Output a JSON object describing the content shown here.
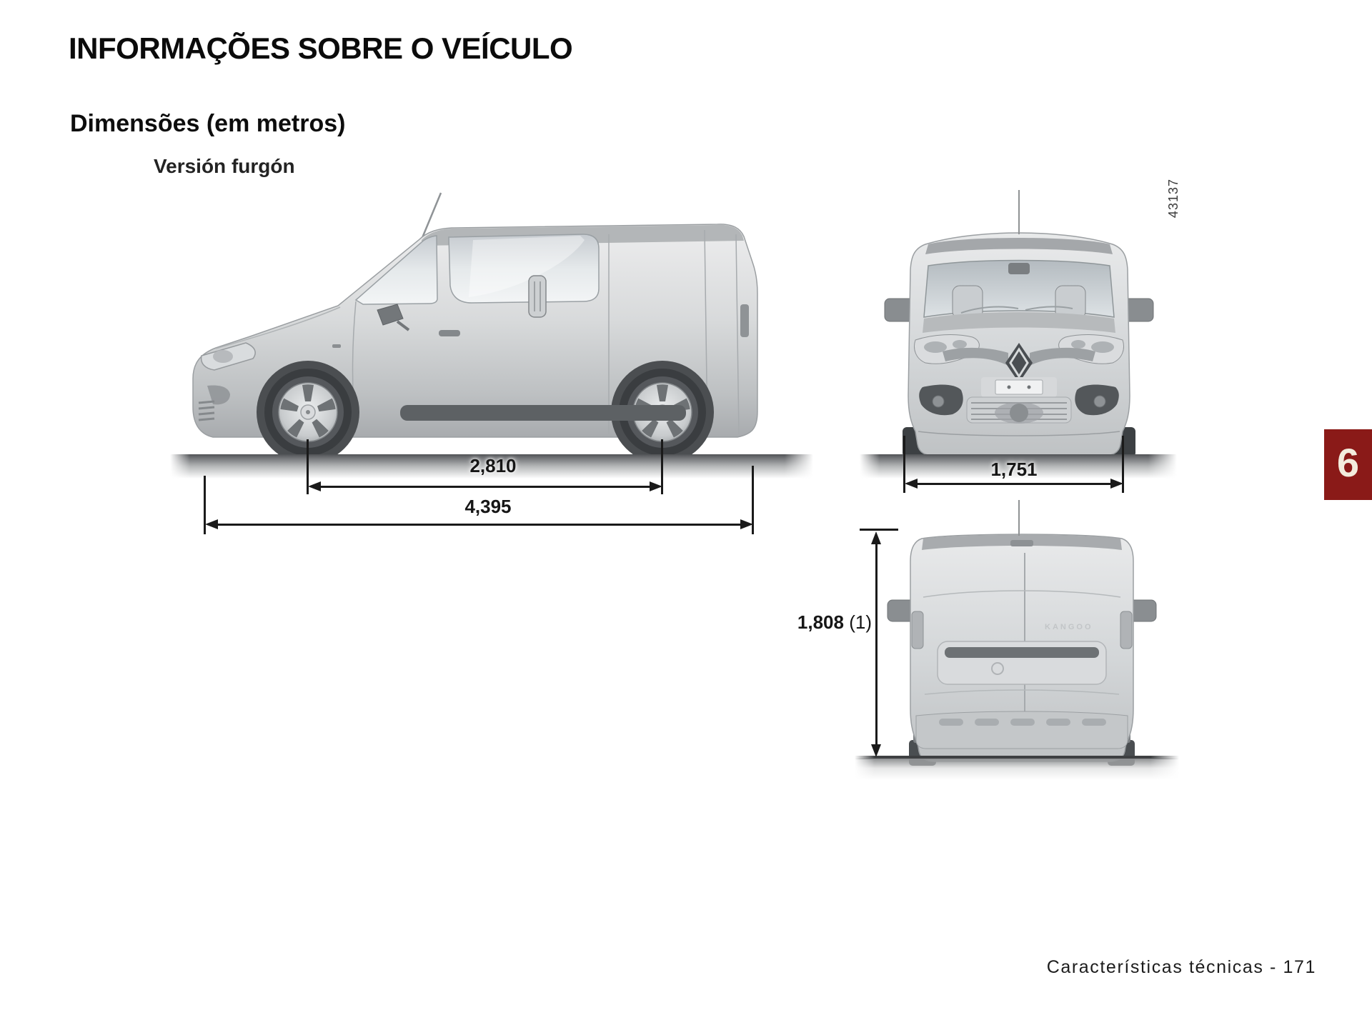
{
  "page": {
    "title": "INFORMAÇÕES SOBRE O VEÍCULO",
    "section_heading": "Dimensões (em metros)",
    "variant_heading": "Versión furgón",
    "figure_code": "43137",
    "chapter_number": "6",
    "footer_text": "Características técnicas - 171",
    "badge_text": "KANGOO"
  },
  "dimensions": {
    "wheelbase": "2,810",
    "overall_length": "4,395",
    "overall_width": "1,751",
    "overall_height": "1,808",
    "overall_height_note": "(1)"
  },
  "colors": {
    "chapter_tab_background": "#8a1a18",
    "chapter_tab_number": "#f3ecdd",
    "dimension_ink": "#1a1a1a",
    "page_background": "#ffffff"
  }
}
